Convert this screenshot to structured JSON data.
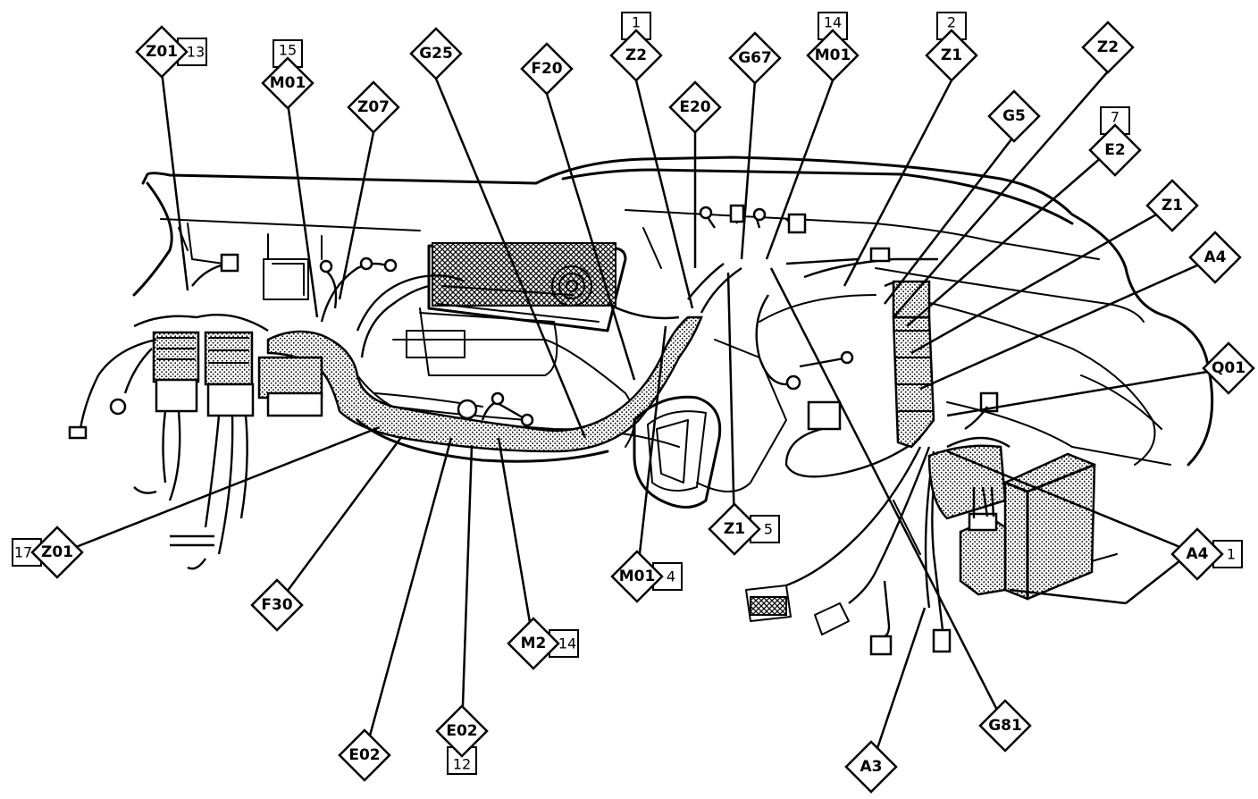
{
  "figure": {
    "connectors": [
      {
        "code": "Z01",
        "num": "13"
      },
      {
        "code": "M01",
        "num": "15"
      },
      {
        "code": "Z07",
        "num": ""
      },
      {
        "code": "G25",
        "num": ""
      },
      {
        "code": "F20",
        "num": ""
      },
      {
        "code": "Z2",
        "num": "1"
      },
      {
        "code": "E20",
        "num": ""
      },
      {
        "code": "G67",
        "num": ""
      },
      {
        "code": "M01",
        "num": "14"
      },
      {
        "code": "Z1",
        "num": "2"
      },
      {
        "code": "Z2",
        "num": ""
      },
      {
        "code": "G5",
        "num": ""
      },
      {
        "code": "E2",
        "num": "7"
      },
      {
        "code": "Z1",
        "num": ""
      },
      {
        "code": "A4",
        "num": ""
      },
      {
        "code": "Q01",
        "num": ""
      },
      {
        "code": "A4",
        "num": "1"
      },
      {
        "code": "Z1",
        "num": "5"
      },
      {
        "code": "M01",
        "num": "4"
      },
      {
        "code": "M2",
        "num": "14"
      },
      {
        "code": "Z01",
        "num": "17"
      },
      {
        "code": "F30",
        "num": ""
      },
      {
        "code": "E02",
        "num": ""
      },
      {
        "code": "E02",
        "num": "12"
      },
      {
        "code": "A3",
        "num": ""
      },
      {
        "code": "G81",
        "num": ""
      }
    ]
  }
}
